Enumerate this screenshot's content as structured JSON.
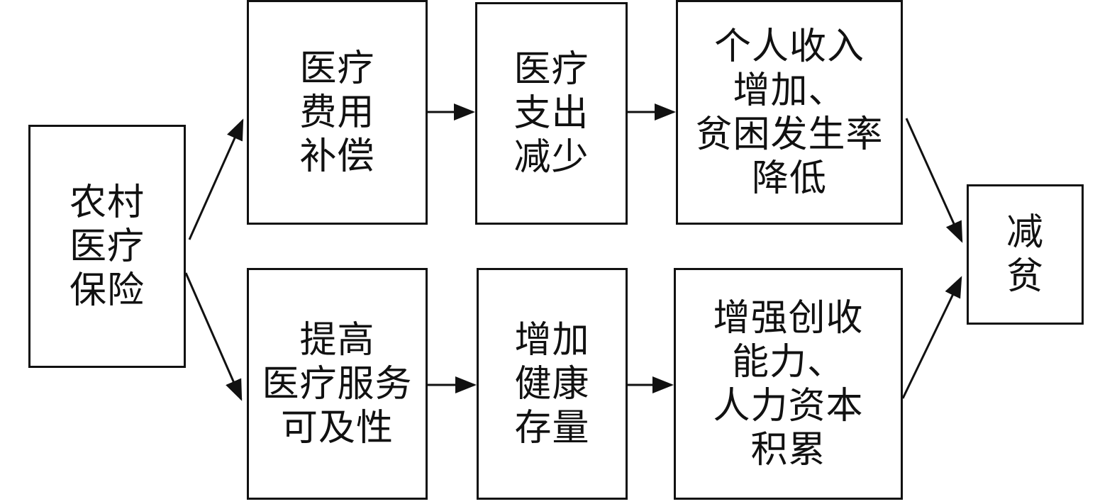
{
  "diagram": {
    "nodes": {
      "insurance": "农村\n医疗\n保险",
      "cost_compensation": "医疗\n费用\n补偿",
      "expense_reduction": "医疗\n支出\n减少",
      "income_increase": "个人收入\n增加、\n贫困发生率\n降低",
      "service_access": "提高\n医疗服务\n可及性",
      "health_stock": "增加\n健康\n存量",
      "capacity_capital": "增强创收\n能力、\n人力资本\n积累",
      "poverty_reduction": "减\n贫"
    },
    "edges": [
      {
        "from": "insurance",
        "to": "cost_compensation"
      },
      {
        "from": "insurance",
        "to": "service_access"
      },
      {
        "from": "cost_compensation",
        "to": "expense_reduction"
      },
      {
        "from": "expense_reduction",
        "to": "income_increase"
      },
      {
        "from": "income_increase",
        "to": "poverty_reduction"
      },
      {
        "from": "service_access",
        "to": "health_stock"
      },
      {
        "from": "health_stock",
        "to": "capacity_capital"
      },
      {
        "from": "capacity_capital",
        "to": "poverty_reduction"
      }
    ],
    "colors": {
      "stroke": "#111111",
      "background": "#ffffff"
    }
  }
}
